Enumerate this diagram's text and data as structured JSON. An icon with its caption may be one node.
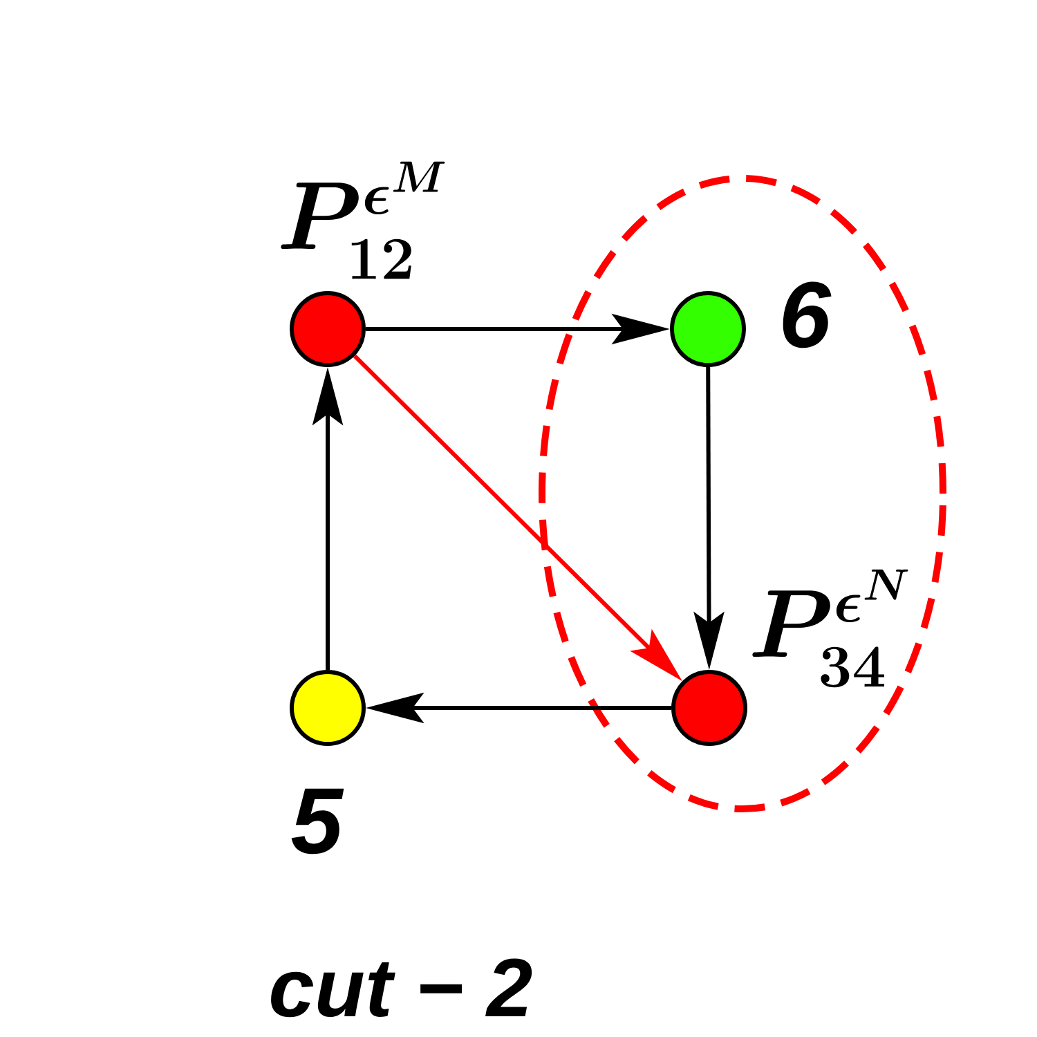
{
  "diagram": {
    "caption": "cut − 2",
    "nodes": [
      {
        "text": [],
        "shape": "circle",
        "beside": [
          "P_{12}^{\\epsilon^M}"
        ]
      },
      {
        "text": [],
        "shape": "ellipse"
      },
      {
        "text": [],
        "shape": "circle",
        "beside": [
          "6"
        ],
        "in": 1
      },
      {
        "text": [],
        "shape": "circle",
        "beside": [
          "P_{34}^{\\epsilon^N}"
        ],
        "in": 1
      },
      {
        "text": [],
        "shape": "circle",
        "beside": [
          "5"
        ]
      }
    ],
    "edges": [
      {
        "from": 0,
        "to": 2,
        "arrow": "to"
      },
      {
        "from": 2,
        "to": 3,
        "arrow": "to"
      },
      {
        "from": 3,
        "to": 4,
        "arrow": "to"
      },
      {
        "from": 4,
        "to": 0,
        "arrow": "to"
      },
      {
        "from": 0,
        "to": 3,
        "arrow": "to",
        "color": "#ff0000"
      }
    ]
  }
}
